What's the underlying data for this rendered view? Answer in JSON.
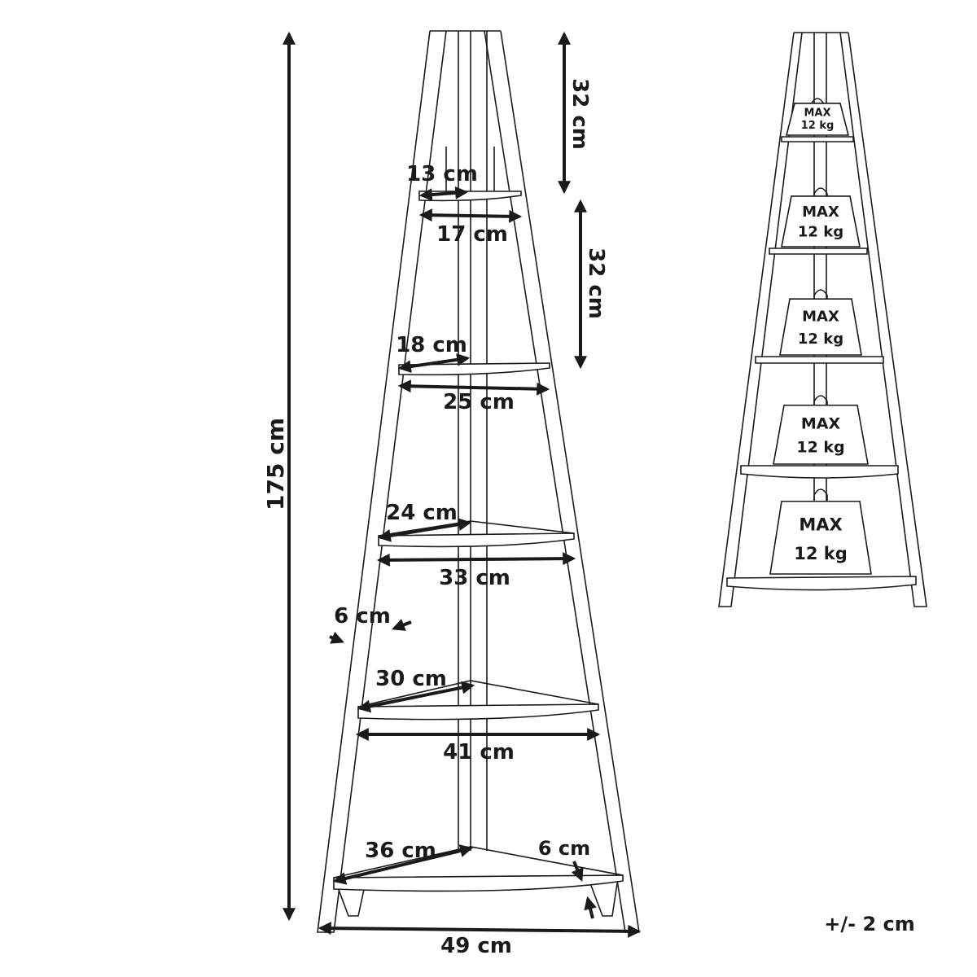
{
  "dimensions": {
    "height_total": "175 cm",
    "top_gap": "32 cm",
    "shelf_gap": "32 cm",
    "leg_width": "6 cm",
    "shelf_thickness": "6 cm",
    "base_width": "49 cm",
    "tolerance": "+/- 2 cm",
    "shelves": [
      {
        "depth": "13 cm",
        "width": "17 cm"
      },
      {
        "depth": "18 cm",
        "width": "25 cm"
      },
      {
        "depth": "24 cm",
        "width": "33 cm"
      },
      {
        "depth": "30 cm",
        "width": "41 cm"
      },
      {
        "depth": "36 cm",
        "width": ""
      }
    ]
  },
  "load": {
    "max_label": "MAX",
    "weight_label": "12 kg"
  },
  "colors": {
    "line": "#1a1a1a",
    "background": "#ffffff"
  }
}
